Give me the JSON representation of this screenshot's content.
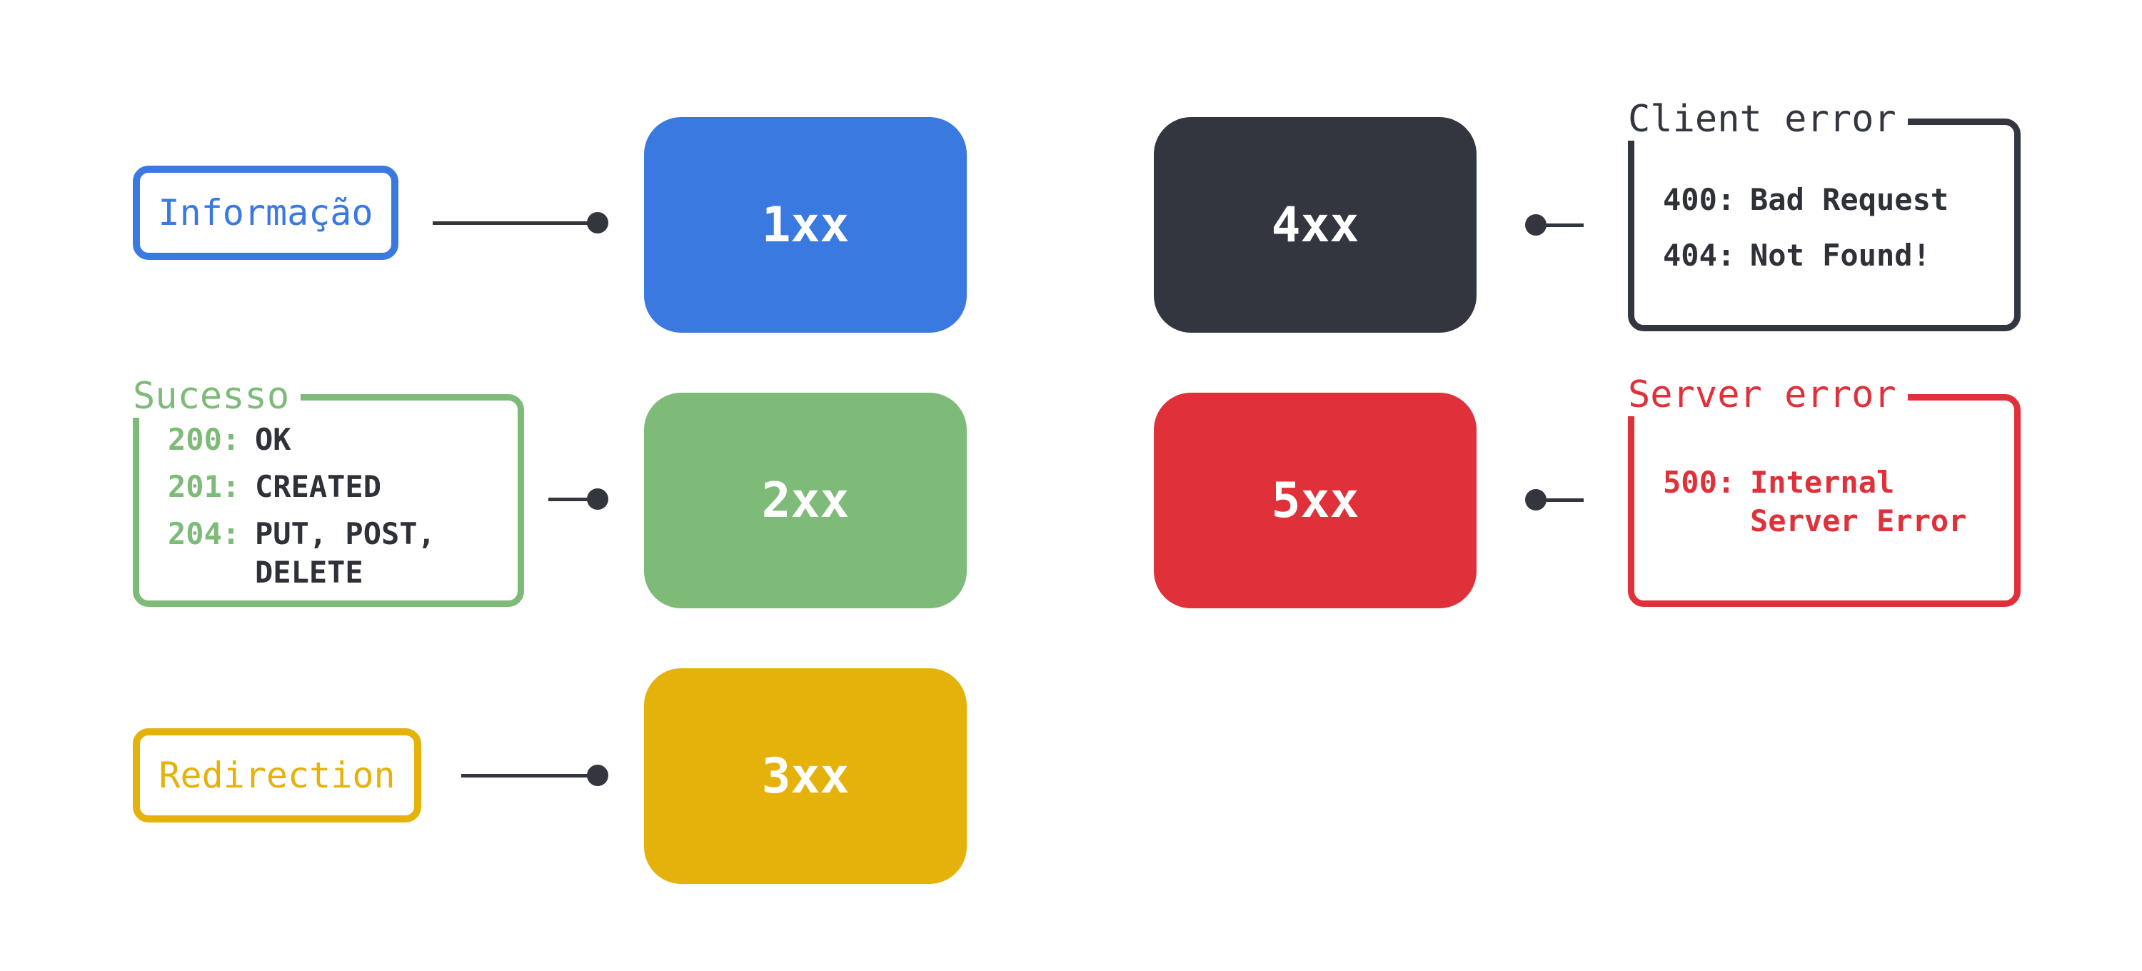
{
  "colors": {
    "info": "#3a7ae0",
    "success": "#7ebb79",
    "redirect": "#e5b20c",
    "client": "#33363f",
    "server": "#e0303a",
    "code_text": "#2f3138"
  },
  "boxes": {
    "c1xx": "1xx",
    "c2xx": "2xx",
    "c3xx": "3xx",
    "c4xx": "4xx",
    "c5xx": "5xx"
  },
  "labels": {
    "info": "Informação",
    "redirect": "Redirection"
  },
  "success": {
    "title": "Sucesso",
    "items": [
      {
        "code": "200:",
        "lines": [
          "OK"
        ]
      },
      {
        "code": "201:",
        "lines": [
          "CREATED"
        ]
      },
      {
        "code": "204:",
        "lines": [
          "PUT, POST,",
          "DELETE"
        ]
      }
    ]
  },
  "client_error": {
    "title": "Client error",
    "items": [
      {
        "code": "400:",
        "lines": [
          "Bad Request"
        ]
      },
      {
        "code": "404:",
        "lines": [
          "Not Found!"
        ]
      }
    ]
  },
  "server_error": {
    "title": "Server error",
    "items": [
      {
        "code": "500:",
        "lines": [
          "Internal",
          "Server Error"
        ]
      }
    ]
  }
}
